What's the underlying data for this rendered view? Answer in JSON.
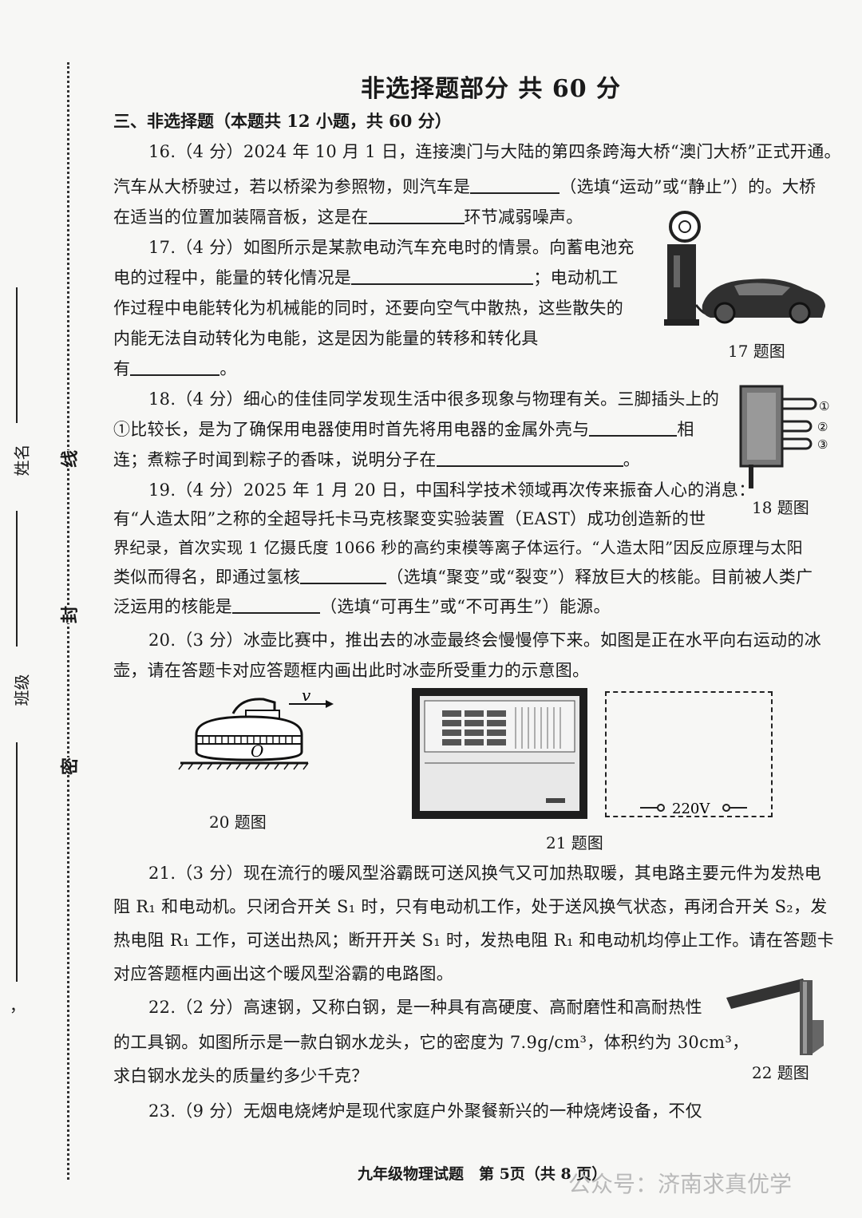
{
  "binding_margin": {
    "name_label": "姓名",
    "class_label": "班级",
    "seal_chars": [
      "线",
      "封",
      "密"
    ]
  },
  "page_title": "非选择题部分 共 60 分",
  "section_heading": "三、非选择题（本题共 12 小题，共 60 分）",
  "q16": {
    "line1": "16.（4 分）2024 年 10 月 1 日，连接澳门与大陆的第四条跨海大桥“澳门大桥”正式开通。",
    "line2a": "汽车从大桥驶过，若以桥梁为参照物，则汽车是",
    "line2b": "（选填“运动”或“静止”）的。大桥",
    "line3a": "在适当的位置加装隔音板，这是在",
    "line3b": "环节减弱噪声。"
  },
  "q17": {
    "line1": "17.（4 分）如图所示是某款电动汽车充电时的情景。向蓄电池充",
    "line2a": "电的过程中，能量的转化情况是",
    "line2b": "；电动机工",
    "line3": "作过程中电能转化为机械能的同时，还要向空气中散热，这些散失的",
    "line4": "内能无法自动转化为电能，这是因为能量的转移和转化具",
    "line5a": "有",
    "line5b": "。",
    "caption": "17 题图"
  },
  "q18": {
    "line1": "18.（4 分）细心的佳佳同学发现生活中很多现象与物理有关。三脚插头上的",
    "line2a": "①比较长，是为了确保用电器使用时首先将用电器的金属外壳与",
    "line2b": "相",
    "line3a": "连；煮粽子时闻到粽子的香味，说明分子在",
    "line3b": "。",
    "pins": [
      "①",
      "②",
      "③"
    ],
    "caption": "18 题图"
  },
  "q19": {
    "line1": "19.（4 分）2025 年 1 月 20 日，中国科学技术领域再次传来振奋人心的消息：",
    "line2": "有“人造太阳”之称的全超导托卡马克核聚变实验装置（EAST）成功创造新的世",
    "line3": "界纪录，首次实现 1 亿摄氏度 1066 秒的高约束模等离子体运行。“人造太阳”因反应原理与太阳",
    "line4a": "类似而得名，即通过氢核",
    "line4b": "（选填“聚变”或“裂变”）释放巨大的核能。目前被人类广",
    "line5a": "泛运用的核能是",
    "line5b": "（选填“可再生”或“不可再生”）能源。"
  },
  "q20": {
    "line1": "20.（3 分）冰壶比赛中，推出去的冰壶最终会慢慢停下来。如图是正在水平向右运动的冰",
    "line2": "壶，请在答题卡对应答题框内画出此时冰壶所受重力的示意图。",
    "velocity_label": "v",
    "center_label": "O",
    "caption": "20 题图"
  },
  "q21_figure": {
    "voltage_label": "220V",
    "caption": "21 题图"
  },
  "q21": {
    "line1": "21.（3 分）现在流行的暖风型浴霸既可送风换气又可加热取暖，其电路主要元件为发热电",
    "line2": "阻 R₁ 和电动机。只闭合开关 S₁ 时，只有电动机工作，处于送风换气状态，再闭合开关 S₂，发",
    "line3": "热电阻 R₁ 工作，可送出热风；断开开关 S₁ 时，发热电阻 R₁ 和电动机均停止工作。请在答题卡",
    "line4": "对应答题框内画出这个暖风型浴霸的电路图。"
  },
  "q22": {
    "line1": "22.（2 分）高速钢，又称白钢，是一种具有高硬度、高耐磨性和高耐热性",
    "line2": "的工具钢。如图所示是一款白钢水龙头，它的密度为 7.9g/cm³，体积约为 30cm³，",
    "line3": "求白钢水龙头的质量约多少千克？",
    "caption": "22 题图"
  },
  "q23": {
    "line1": "23.（9 分）无烟电烧烤炉是现代家庭户外聚餐新兴的一种烧烤设备，不仅"
  },
  "footer": "九年级物理试题　第 5页（共 8 页）",
  "watermark": "公众号：济南求真优学"
}
